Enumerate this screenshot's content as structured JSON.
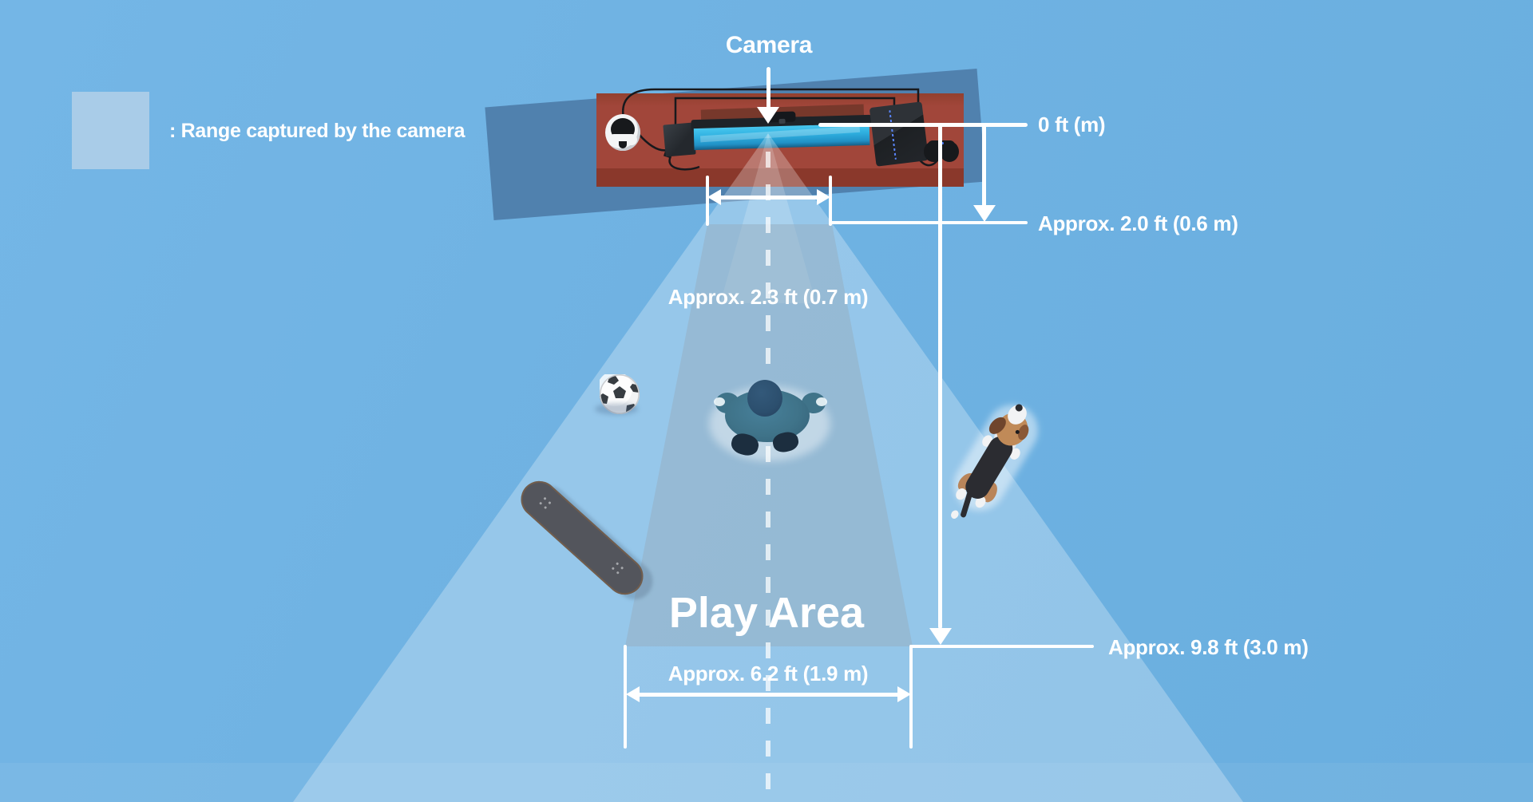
{
  "legend": {
    "swatch_color": "#a9cce8",
    "label": ": Range captured by the camera"
  },
  "camera": {
    "label": "Camera"
  },
  "play_area": {
    "label": "Play Area"
  },
  "measurements": {
    "origin": "0 ft (m)",
    "camera_offset": "Approx. 2.0 ft (0.6 m)",
    "near_width": "Approx. 2.3 ft (0.7 m)",
    "play_width": "Approx. 6.2 ft (1.9 m)",
    "far_distance": "Approx. 9.8 ft (3.0 m)"
  },
  "objects": [
    "vr-headset",
    "processor-unit",
    "tv",
    "camera-device",
    "ps4-console",
    "controller",
    "soccer-ball",
    "person",
    "skateboard",
    "dog"
  ],
  "colors": {
    "background": "#6fb2e2",
    "camera_range_overlay": "rgba(255,255,255,0.27)",
    "play_area_overlay": "#96aebf",
    "table_top": "#a1463a",
    "table_front": "#8a382b",
    "table_shadow": "#5081ae",
    "tv_screen": "#2fb0e0",
    "dimension_lines": "#ffffff"
  }
}
